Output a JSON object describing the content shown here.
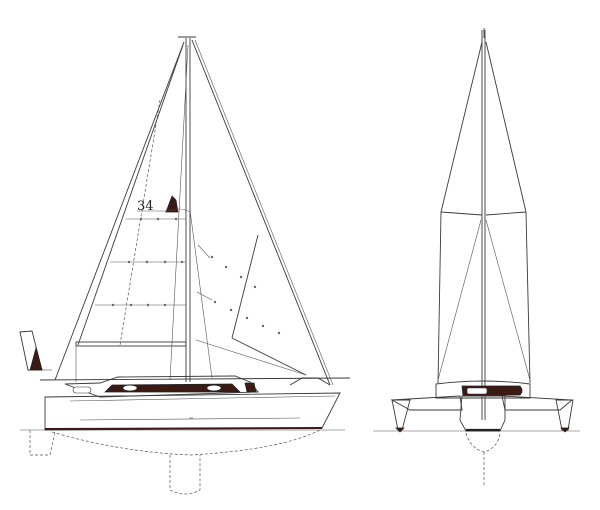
{
  "drawing": {
    "title": "",
    "views": [
      {
        "id": "side-profile",
        "label": ""
      },
      {
        "id": "front-elevation",
        "label": ""
      }
    ],
    "sail_number": "34",
    "colors": {
      "background": "#ffffff",
      "line": "#3a3a3a",
      "accent_dark": "#3b1a14"
    }
  }
}
